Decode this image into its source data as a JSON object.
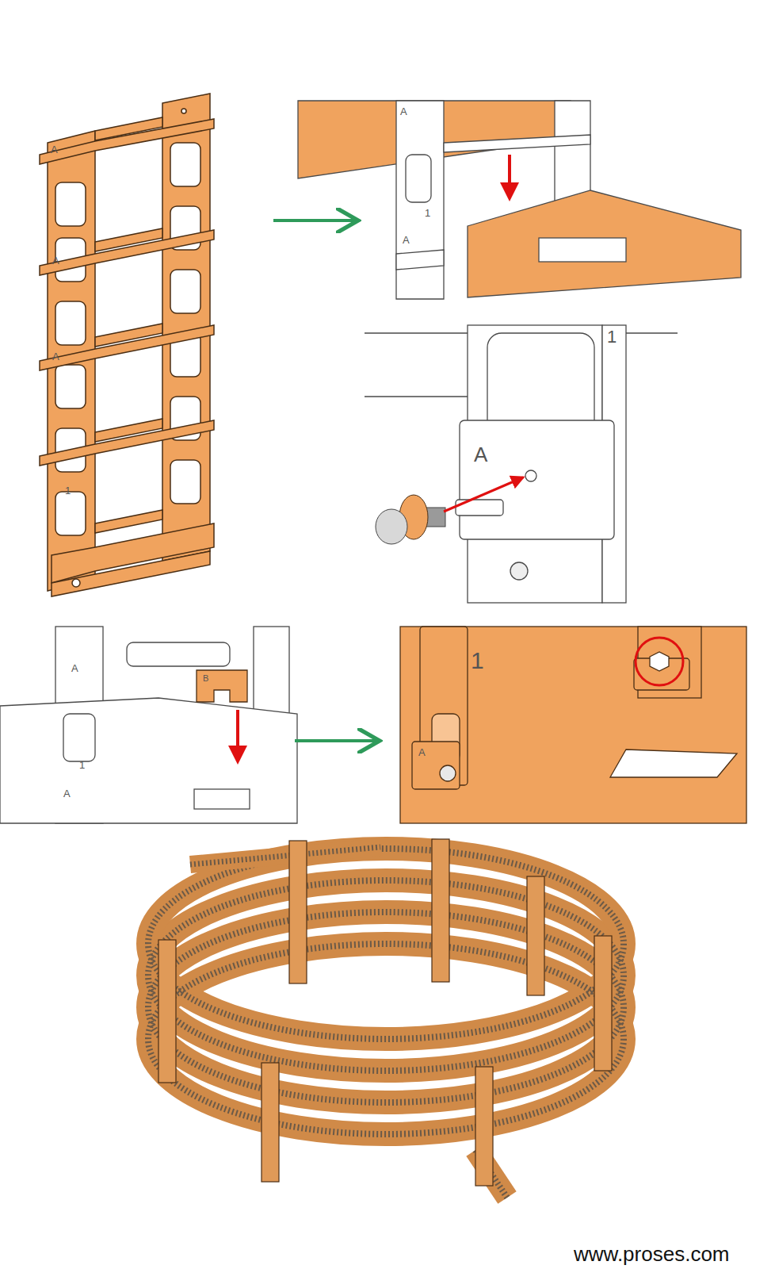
{
  "diagram": {
    "labels": [
      "A",
      "A",
      "A",
      "1",
      "A",
      "1",
      "A",
      "A",
      "1",
      "A",
      "B",
      "1",
      "A",
      "1",
      "A",
      "www.proses.com"
    ]
  }
}
